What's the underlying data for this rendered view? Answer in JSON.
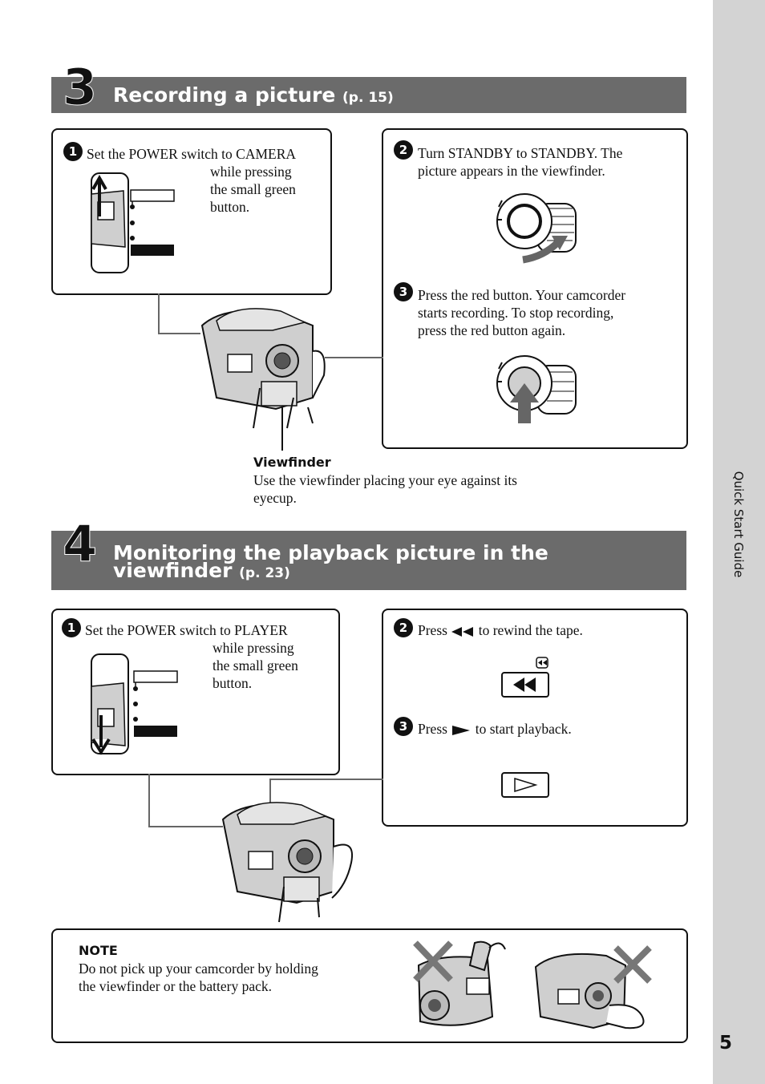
{
  "side_label": "Quick Start Guide",
  "page_number": "5",
  "section3": {
    "number": "3",
    "title": "Recording a picture",
    "ref": "(p. 15)",
    "step1": {
      "marker": "1",
      "line1": "Set the POWER switch to CAMERA",
      "line2": "while pressing",
      "line3": "the small green",
      "line4": "button."
    },
    "step2": {
      "marker": "2",
      "line1": "Turn STANDBY to STANDBY. The",
      "line2": "picture appears in the viewfinder."
    },
    "step3": {
      "marker": "3",
      "line1": "Press the red button. Your camcorder",
      "line2": "starts recording. To stop recording,",
      "line3": "press the red button again."
    },
    "viewfinder": {
      "label": "Viewfinder",
      "line1": "Use the viewfinder placing your eye against its",
      "line2": "eyecup."
    }
  },
  "section4": {
    "number": "4",
    "title_line1": "Monitoring the playback picture in the",
    "title_line2": "viewfinder",
    "ref": "(p. 23)",
    "step1": {
      "marker": "1",
      "line1": "Set the POWER switch to PLAYER",
      "line2": "while pressing",
      "line3": "the small green",
      "line4": "button."
    },
    "step2": {
      "marker": "2",
      "pre": "Press",
      "post": "to rewind the tape."
    },
    "step3": {
      "marker": "3",
      "pre": "Press",
      "post": "to start playback."
    }
  },
  "note": {
    "label": "NOTE",
    "line1": "Do not pick up your camcorder by holding",
    "line2": "the viewfinder or the battery pack."
  }
}
